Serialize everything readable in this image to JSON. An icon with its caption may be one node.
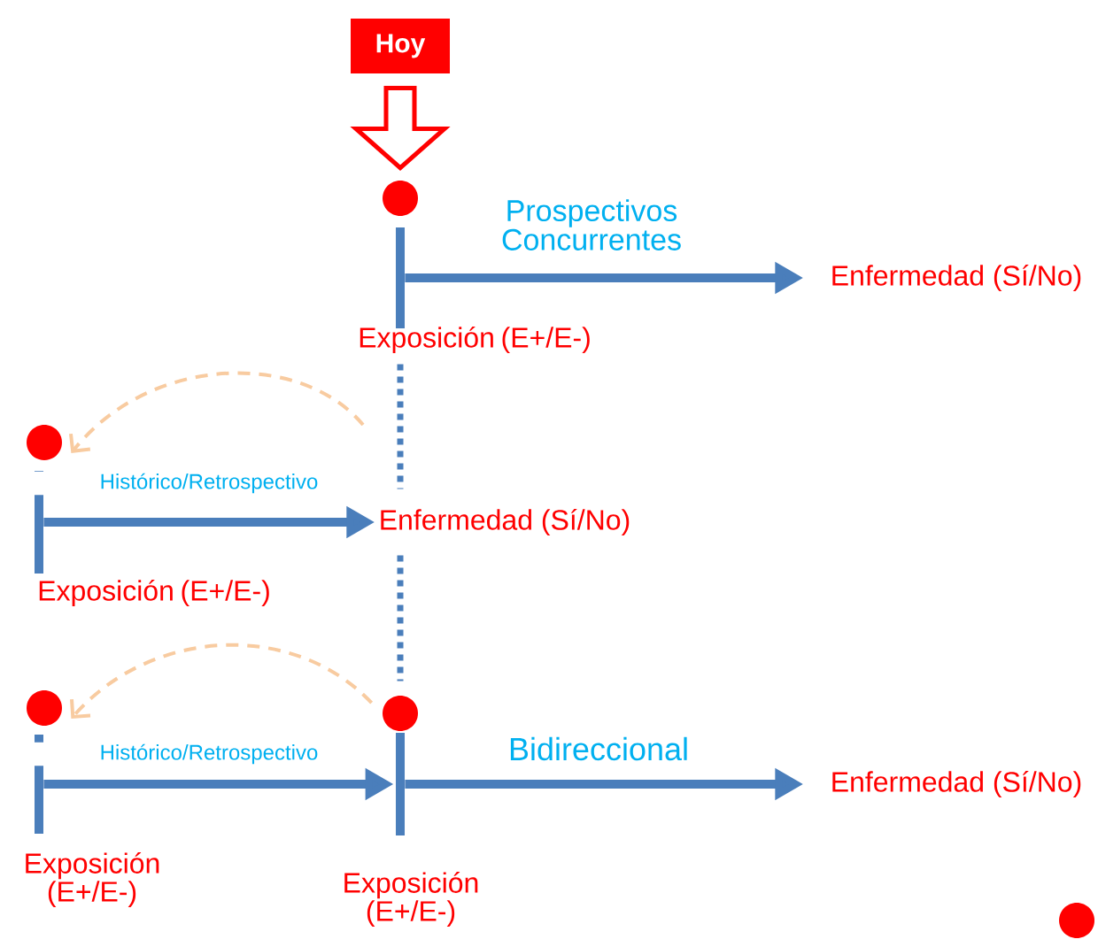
{
  "diagram": {
    "nodes": [
      {
        "text": [
          "Hoy"
        ]
      },
      {
        "text": [],
        "shape": "circle"
      },
      {
        "text": [
          "Enfermedad (Sí/No)"
        ]
      },
      {
        "text": [],
        "shape": "bar",
        "beside": [
          "Exposición (E+/E-)"
        ]
      },
      {
        "text": [],
        "shape": "circle"
      },
      {
        "text": [],
        "shape": "bar",
        "beside": [
          "Exposición (E+/E-)"
        ]
      },
      {
        "text": [
          "Enfermedad (Sí/No)"
        ]
      },
      {
        "text": [],
        "shape": "circle"
      },
      {
        "text": [],
        "shape": "circle"
      },
      {
        "text": [],
        "shape": "bar",
        "beside": [
          "Exposición (E+/E-)"
        ]
      },
      {
        "text": [],
        "shape": "bar",
        "beside": [
          "Exposición (E+/E-)"
        ]
      },
      {
        "text": [
          "Enfermedad (Sí/No)"
        ]
      },
      {
        "text": [],
        "shape": "circle"
      }
    ],
    "edges": [
      {
        "from": 0,
        "to": 1,
        "arrow": "to",
        "style": "thick",
        "color": "#ff0000"
      },
      {
        "from": 3,
        "to": 2,
        "arrow": "to",
        "label": "Prospectivos Concurrentes"
      },
      {
        "from": 3,
        "to": 6,
        "arrow": "none",
        "style": "dashed"
      },
      {
        "from": null,
        "to": 4,
        "arrow": "to",
        "style": "dashed",
        "color": "#f8cba0"
      },
      {
        "from": 5,
        "to": 6,
        "arrow": "to",
        "label": "Histórico/Retrospectivo"
      },
      {
        "from": 6,
        "to": 8,
        "arrow": "none",
        "style": "dashed"
      },
      {
        "from": 8,
        "to": 7,
        "arrow": "to",
        "style": "dashed",
        "color": "#f8cba0"
      },
      {
        "from": 9,
        "to": 10,
        "arrow": "to",
        "label": "Histórico/Retrospectivo"
      },
      {
        "from": 10,
        "to": 11,
        "arrow": "to",
        "label": "Bidireccional"
      }
    ]
  }
}
